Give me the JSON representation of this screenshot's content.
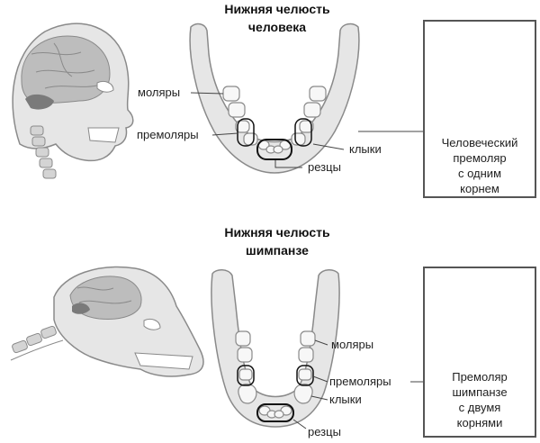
{
  "human": {
    "title_line1": "Нижняя челюсть",
    "title_line2": "человека",
    "labels": {
      "molars": "моляры",
      "premolars": "премоляры",
      "canines": "клыки",
      "incisors": "резцы"
    },
    "tooth_caption": [
      "Человеческий",
      "премоляр",
      "с одним",
      "корнем"
    ]
  },
  "chimp": {
    "title_line1": "Нижняя челюсть",
    "title_line2": "шимпанзе",
    "labels": {
      "molars": "моляры",
      "premolars": "премоляры",
      "canines": "клыки",
      "incisors": "резцы"
    },
    "tooth_caption": [
      "Премоляр",
      "шимпанзе",
      "с двумя",
      "корнями"
    ]
  },
  "colors": {
    "bone": "#e6e6e6",
    "outline": "#8a8a8a",
    "brain": "#bdbdbd",
    "cerebellum": "#7a7a7a",
    "box_border": "#555555",
    "leader": "#444444"
  }
}
